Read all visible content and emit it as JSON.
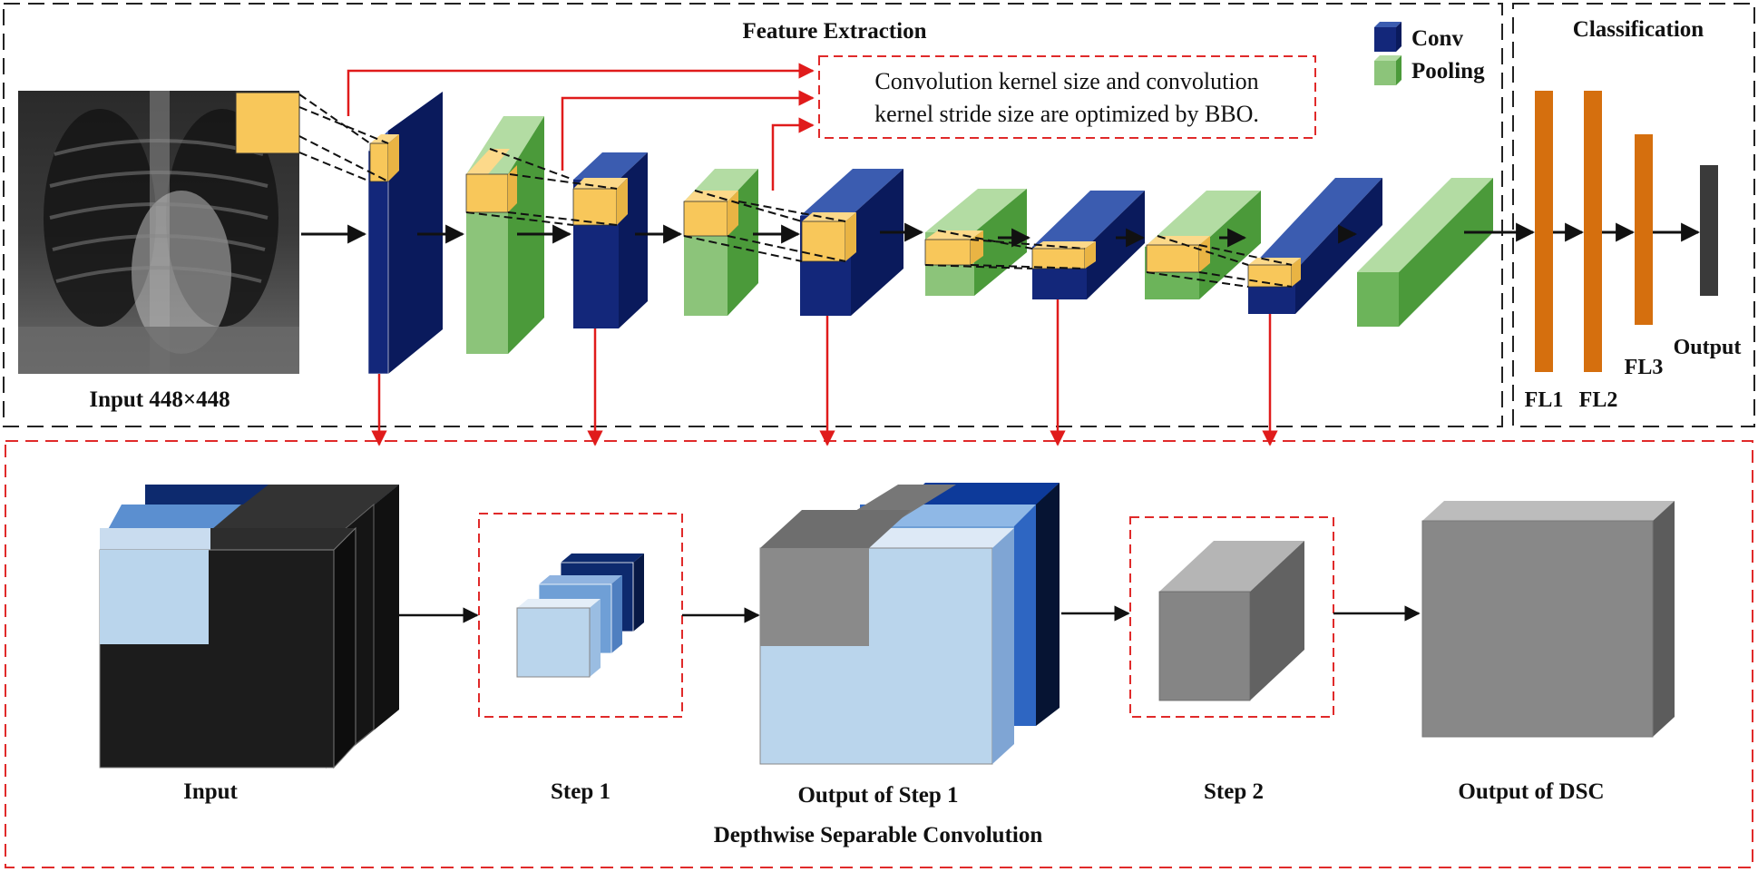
{
  "sections": {
    "feature_extraction": "Feature Extraction",
    "classification": "Classification",
    "dsc": "Depthwise Separable Convolution"
  },
  "legend": {
    "conv": "Conv",
    "pooling": "Pooling"
  },
  "note": {
    "line1": "Convolution kernel size and convolution",
    "line2": "kernel stride size are optimized by BBO."
  },
  "input_label": "Input 448×448",
  "classifier": {
    "fl1": "FL1",
    "fl2": "FL2",
    "fl3": "FL3",
    "output": "Output"
  },
  "dsc_labels": {
    "input": "Input",
    "step1": "Step 1",
    "output_step1": "Output of Step 1",
    "step2": "Step 2",
    "output_dsc": "Output of DSC"
  },
  "colors": {
    "conv_front": "#13277a",
    "conv_side": "#0a1a5c",
    "conv_top": "#3b5cb0",
    "pool_front": "#8cc47a",
    "pool_side": "#4b9a3a",
    "pool_top": "#b3dca3",
    "kernel": "#f8c75a",
    "fc": "#d56f0e",
    "output_bar": "#3a3a3a",
    "arrow_red": "#e01b1b",
    "dash_red": "#e02a2a",
    "dark": "#1c1c1c",
    "light_blue": "#bad5ec",
    "mid_blue": "#6f9fd6",
    "navy": "#0d2a6e"
  }
}
